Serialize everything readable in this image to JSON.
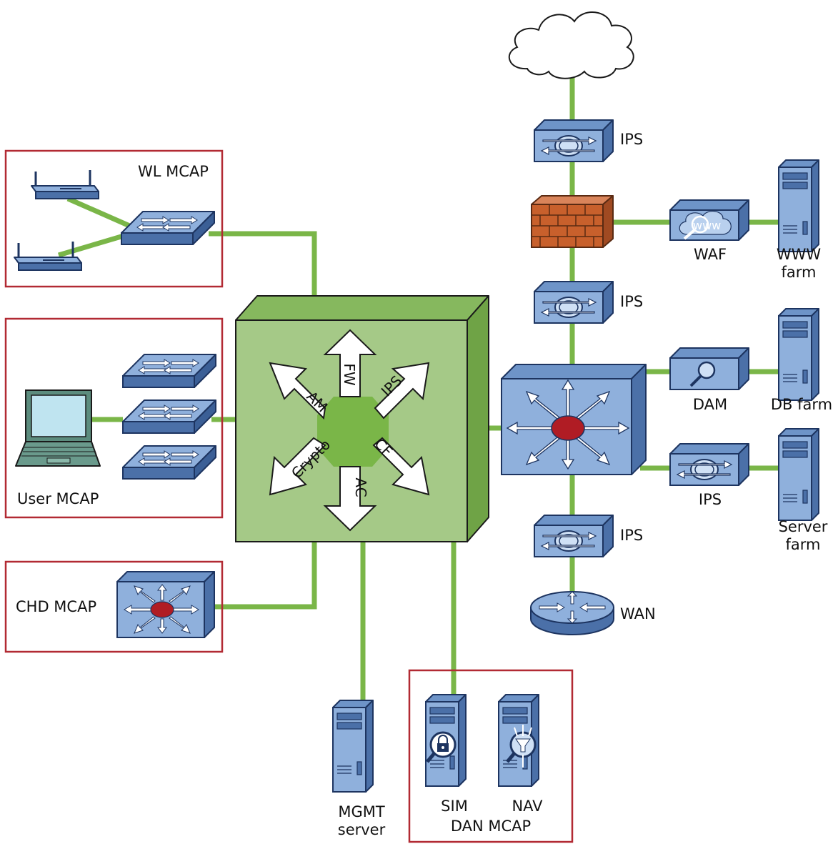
{
  "colors": {
    "link": "#7ab648",
    "zone_border": "#b22a33",
    "device_front": "#8fb0dc",
    "device_top": "#6e94c8",
    "device_side": "#4b70a8",
    "device_outline": "#1d3460",
    "core_front": "#a5c987",
    "core_top": "#86b85e",
    "core_side": "#6fa346",
    "firewall": "#c8602c",
    "hub": "#b01c24"
  },
  "zones": {
    "wl": "WL MCAP",
    "user": "User MCAP",
    "chd": "CHD MCAP",
    "dan": "DAN MCAP"
  },
  "core": {
    "fw": "FW",
    "ips": "IPS",
    "am": "AM",
    "cf": "CF",
    "crypto": "Crypto",
    "ac": "AC"
  },
  "labels": {
    "ips_top": "IPS",
    "ips_mid": "IPS",
    "ips_bottom": "IPS",
    "ips_server": "IPS",
    "waf": "WAF",
    "www_farm_1": "WWW",
    "www_farm_2": "farm",
    "dam": "DAM",
    "db_farm": "DB farm",
    "server_farm_1": "Server",
    "server_farm_2": "farm",
    "wan": "WAN",
    "mgmt_1": "MGMT",
    "mgmt_2": "server",
    "sim": "SIM",
    "nav": "NAV",
    "waf_glyph": "www"
  },
  "icons": {
    "cloud": "cloud-icon",
    "firewall": "firewall-icon",
    "router": "router-icon",
    "server": "server-icon",
    "laptop": "laptop-icon",
    "access_point": "wireless-access-point-icon"
  }
}
